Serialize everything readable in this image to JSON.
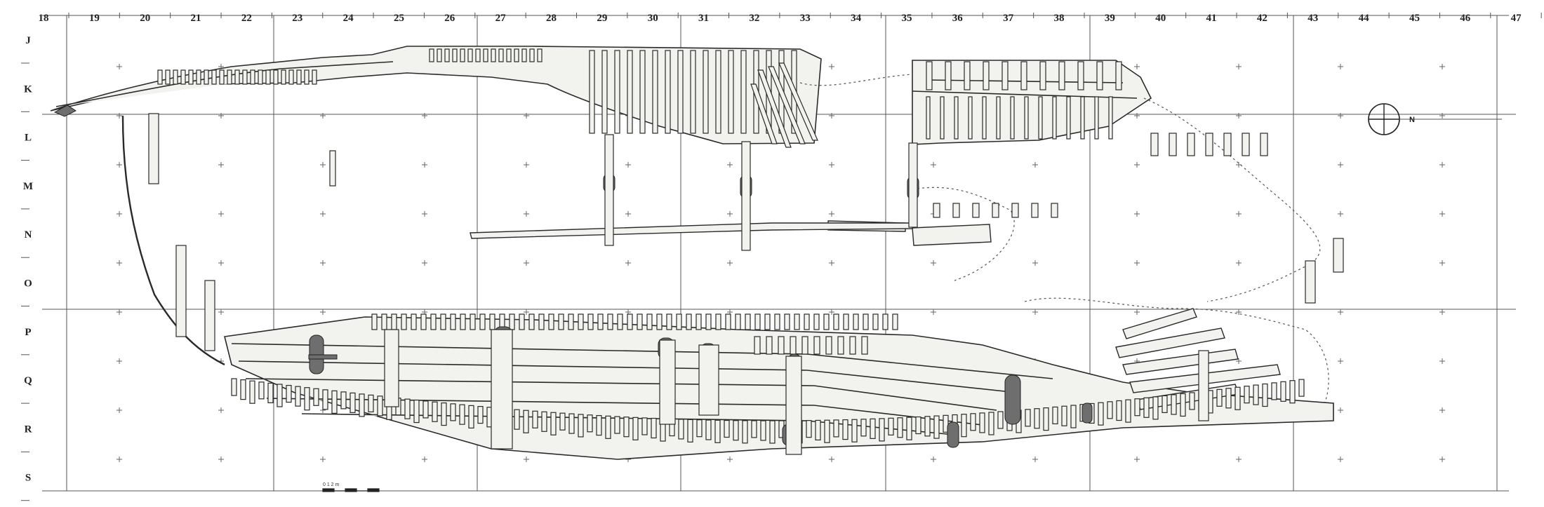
{
  "plan": {
    "column_labels": [
      "18",
      "19",
      "20",
      "21",
      "22",
      "23",
      "24",
      "25",
      "26",
      "27",
      "28",
      "29",
      "30",
      "31",
      "32",
      "33",
      "34",
      "35",
      "36",
      "37",
      "38",
      "39",
      "40",
      "41",
      "42",
      "43",
      "44",
      "45",
      "46",
      "47"
    ],
    "row_labels": [
      "J",
      "K",
      "L",
      "M",
      "N",
      "O",
      "P",
      "Q",
      "R",
      "S"
    ],
    "north_label": "N",
    "scale_label": "0  1  2 m",
    "colors": {
      "ink": "#2a2a2a",
      "grid": "#555555",
      "timber": "#f2f2ee",
      "shaded": "#6e6e6e",
      "background": "#ffffff"
    }
  }
}
